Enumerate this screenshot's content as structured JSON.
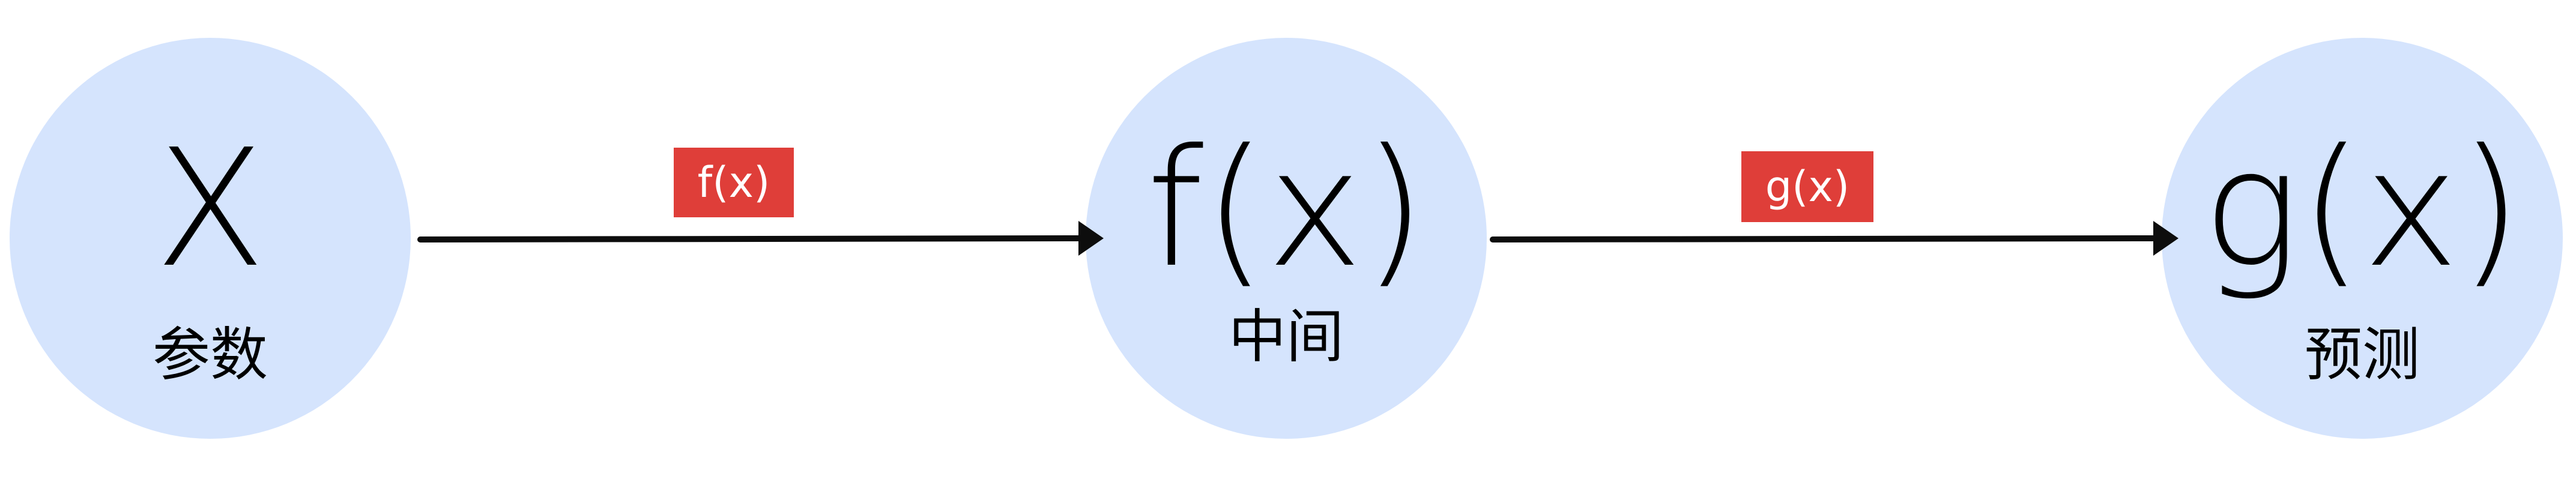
{
  "nodes": [
    {
      "symbol": "X",
      "caption": "参数"
    },
    {
      "symbol": "f(x)",
      "caption": "中间"
    },
    {
      "symbol": "g(x)",
      "caption": "预测"
    }
  ],
  "edges": [
    {
      "label": "f(x)"
    },
    {
      "label": "g(x)"
    }
  ],
  "colors": {
    "node_fill": "#d5e4fd",
    "edge_label_bg": "#df3e39",
    "arrow": "#0d0d0d"
  }
}
